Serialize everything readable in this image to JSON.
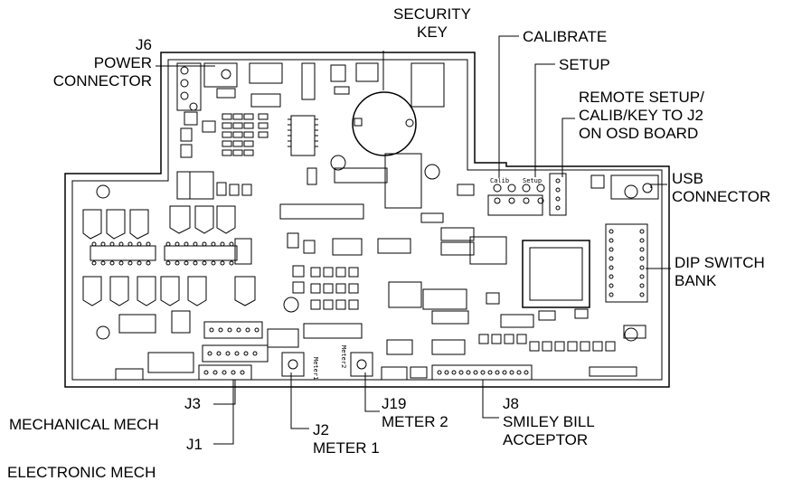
{
  "labels": {
    "security_key": [
      "SECURITY",
      "KEY"
    ],
    "calibrate": "CALIBRATE",
    "setup": "SETUP",
    "j6": [
      "J6",
      "POWER",
      "CONNECTOR"
    ],
    "remote": [
      "REMOTE SETUP/",
      "CALIB/KEY TO J2",
      "ON OSD BOARD"
    ],
    "usb": [
      "USB",
      "CONNECTOR"
    ],
    "dip": [
      "DIP SWITCH",
      "BANK"
    ],
    "j3": "J3",
    "mechanical": "MECHANICAL MECH",
    "j1": "J1",
    "electronic": "ELECTRONIC MECH",
    "j2": [
      "J2",
      "METER 1"
    ],
    "j19": [
      "J19",
      "METER 2"
    ],
    "j8": [
      "J8",
      "SMILEY BILL",
      "ACCEPTOR"
    ]
  },
  "silkscreen": {
    "calib": "Calib",
    "setup": "Setup",
    "meter1": "Meter1",
    "meter2": "Meter2"
  }
}
